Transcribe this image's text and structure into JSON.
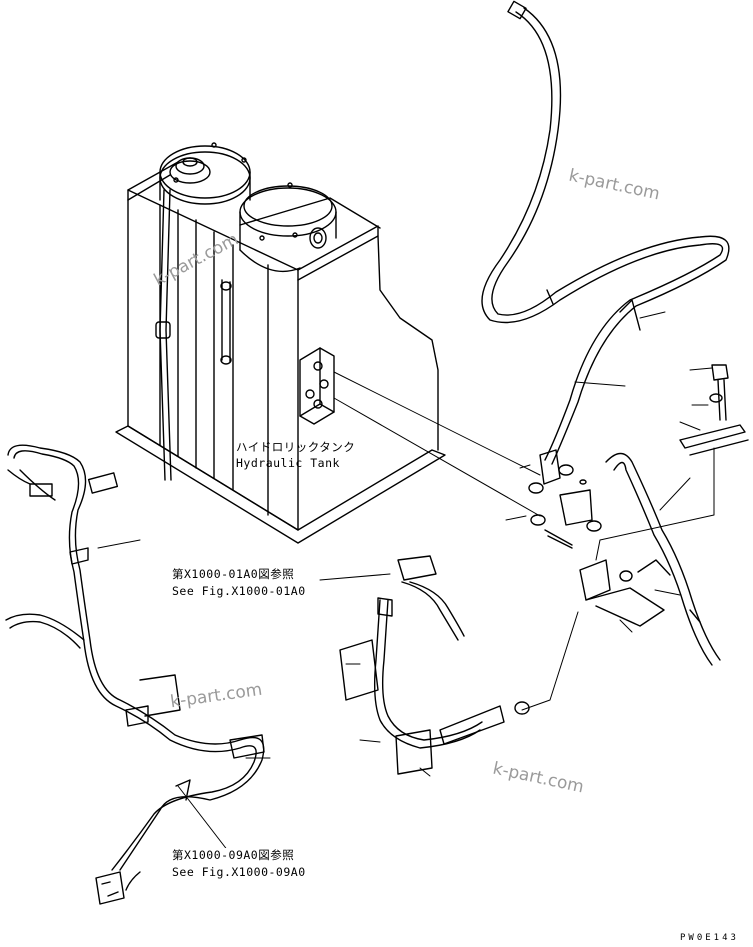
{
  "tank_label": {
    "jp": "ハイドロリックタンク",
    "en": "Hydraulic Tank"
  },
  "references": [
    {
      "jp": "第X1000-01A0図参照",
      "en": "See Fig.X1000-01A0"
    },
    {
      "jp": "第X1000-09A0図参照",
      "en": "See Fig.X1000-09A0"
    }
  ],
  "watermarks": [
    "k-part.com",
    "k-part.com",
    "k-part.com",
    "k-part.com"
  ],
  "drawing_code": "PW0E143",
  "colors": {
    "line": "#000000",
    "watermark": "#9a9a9a",
    "background": "#ffffff"
  }
}
